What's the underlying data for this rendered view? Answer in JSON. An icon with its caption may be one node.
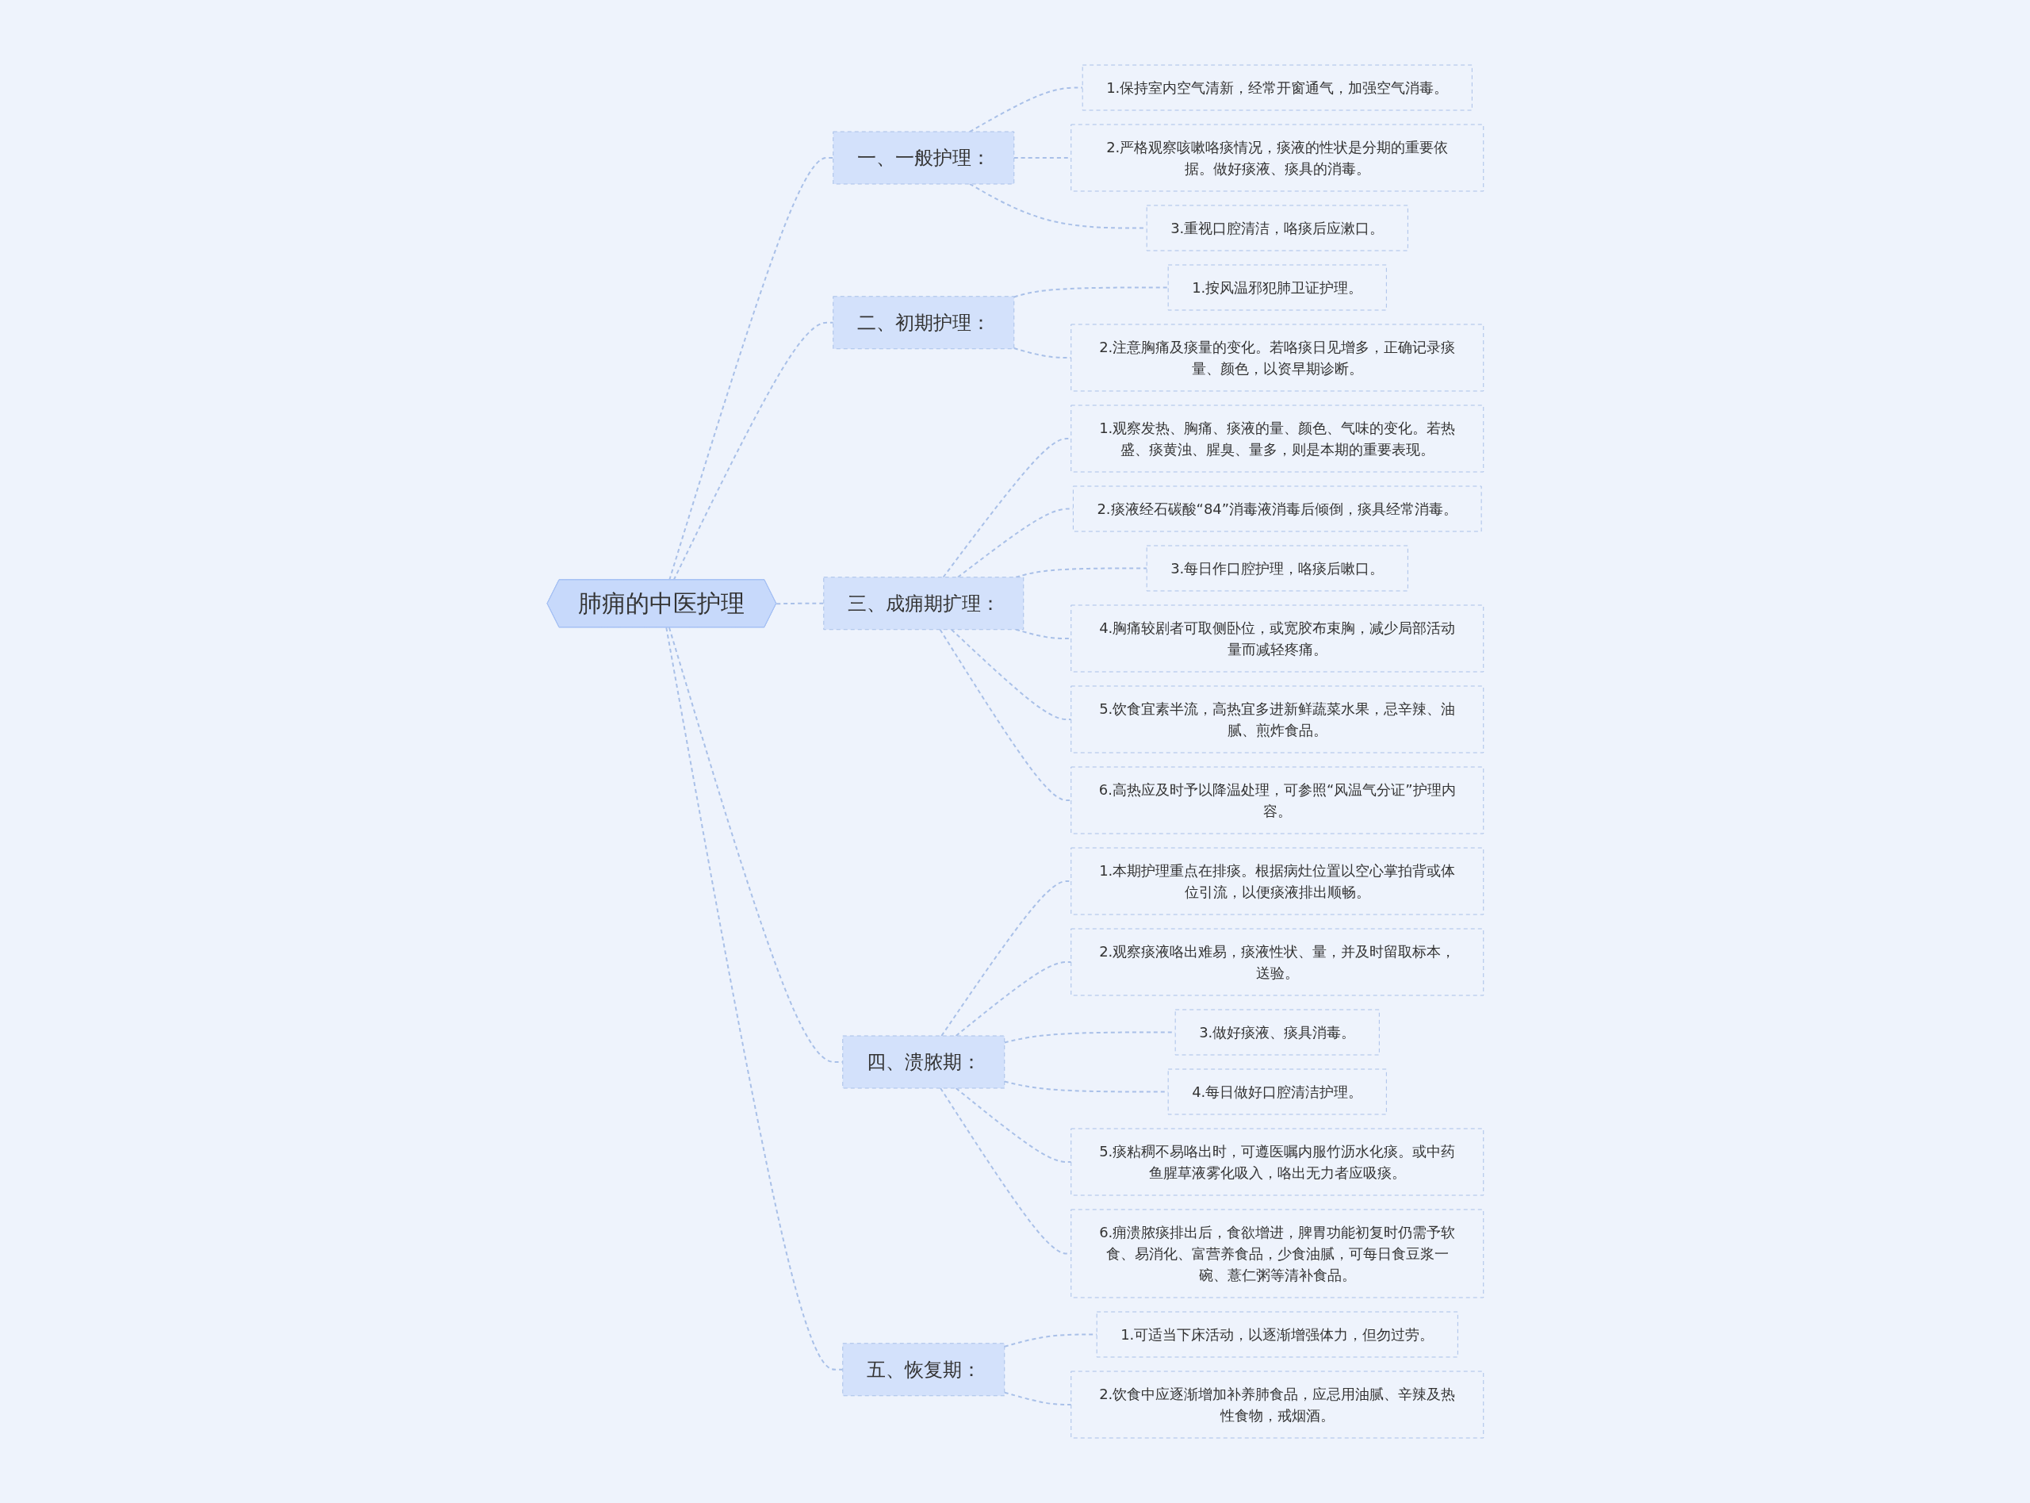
{
  "diagram": {
    "nodes": [
      {
        "text": [
          "肺痈的中医护理"
        ]
      },
      {
        "text": [
          "一、一般护理："
        ]
      },
      {
        "text": [
          "1.保持室内空气清新，经常开窗通气，加强空气消毒。"
        ]
      },
      {
        "text": [
          "2.严格观察咳嗽咯痰情况，痰液的性状是分期的重要依据。做好痰液、痰具的消毒。"
        ]
      },
      {
        "text": [
          "3.重视口腔清洁，咯痰后应漱口。"
        ]
      },
      {
        "text": [
          "二、初期护理："
        ]
      },
      {
        "text": [
          "1.按风温邪犯肺卫证护理。"
        ]
      },
      {
        "text": [
          "2.注意胸痛及痰量的变化。若咯痰日见增多，正确记录痰量、颜色，以资早期诊断。"
        ]
      },
      {
        "text": [
          "三、成痈期扩理："
        ]
      },
      {
        "text": [
          "1.观察发热、胸痛、痰液的量、颜色、气味的变化。若热盛、痰黄浊、腥臭、量多，则是本期的重要表现。"
        ]
      },
      {
        "text": [
          "2.痰液经石碳酸“84”消毒液消毒后倾倒，痰具经常消毒。"
        ]
      },
      {
        "text": [
          "3.每日作口腔护理，咯痰后嗽口。"
        ]
      },
      {
        "text": [
          "4.胸痛较剧者可取侧卧位，或宽胶布束胸，减少局部活动量而减轻疼痛。"
        ]
      },
      {
        "text": [
          "5.饮食宜素半流，高热宜多进新鲜蔬菜水果，忌辛辣、油腻、煎炸食品。"
        ]
      },
      {
        "text": [
          "6.高热应及时予以降温处理，可参照“风温气分证”护理内容。"
        ]
      },
      {
        "text": [
          "四、溃脓期："
        ]
      },
      {
        "text": [
          "1.本期护理重点在排痰。根据病灶位置以空心掌拍背或体位引流，以便痰液排出顺畅。"
        ]
      },
      {
        "text": [
          "2.观察痰液咯出难易，痰液性状、量，并及时留取标本，送验。"
        ]
      },
      {
        "text": [
          "3.做好痰液、痰具消毒。"
        ]
      },
      {
        "text": [
          "4.每日做好口腔清洁护理。"
        ]
      },
      {
        "text": [
          "5.痰粘稠不易咯出时，可遵医嘱内服竹沥水化痰。或中药鱼腥草液雾化吸入，咯出无力者应吸痰。"
        ]
      },
      {
        "text": [
          "6.痈溃脓痰排出后，食欲增进，脾胃功能初复时仍需予软食、易消化、富营养食品，少食油腻，可每日食豆浆一碗、薏仁粥等清补食品。"
        ]
      },
      {
        "text": [
          "五、恢复期："
        ]
      },
      {
        "text": [
          "1.可适当下床活动，以逐渐增强体力，但勿过劳。"
        ]
      },
      {
        "text": [
          "2.饮食中应逐渐增加补养肺食品，应忌用油腻、辛辣及热性食物，戒烟酒。"
        ]
      }
    ],
    "edges": [
      {
        "from": 0,
        "to": 1,
        "arrow": "none"
      },
      {
        "from": 1,
        "to": 2,
        "arrow": "none"
      },
      {
        "from": 1,
        "to": 3,
        "arrow": "none"
      },
      {
        "from": 1,
        "to": 4,
        "arrow": "none"
      },
      {
        "from": 0,
        "to": 5,
        "arrow": "none"
      },
      {
        "from": 5,
        "to": 6,
        "arrow": "none"
      },
      {
        "from": 5,
        "to": 7,
        "arrow": "none"
      },
      {
        "from": 0,
        "to": 8,
        "arrow": "none"
      },
      {
        "from": 8,
        "to": 9,
        "arrow": "none"
      },
      {
        "from": 8,
        "to": 10,
        "arrow": "none"
      },
      {
        "from": 8,
        "to": 11,
        "arrow": "none"
      },
      {
        "from": 8,
        "to": 12,
        "arrow": "none"
      },
      {
        "from": 8,
        "to": 13,
        "arrow": "none"
      },
      {
        "from": 8,
        "to": 14,
        "arrow": "none"
      },
      {
        "from": 0,
        "to": 15,
        "arrow": "none"
      },
      {
        "from": 15,
        "to": 16,
        "arrow": "none"
      },
      {
        "from": 15,
        "to": 17,
        "arrow": "none"
      },
      {
        "from": 15,
        "to": 18,
        "arrow": "none"
      },
      {
        "from": 15,
        "to": 19,
        "arrow": "none"
      },
      {
        "from": 15,
        "to": 20,
        "arrow": "none"
      },
      {
        "from": 15,
        "to": 21,
        "arrow": "none"
      },
      {
        "from": 0,
        "to": 22,
        "arrow": "none"
      },
      {
        "from": 22,
        "to": 23,
        "arrow": "none"
      },
      {
        "from": 22,
        "to": 24,
        "arrow": "none"
      }
    ]
  }
}
